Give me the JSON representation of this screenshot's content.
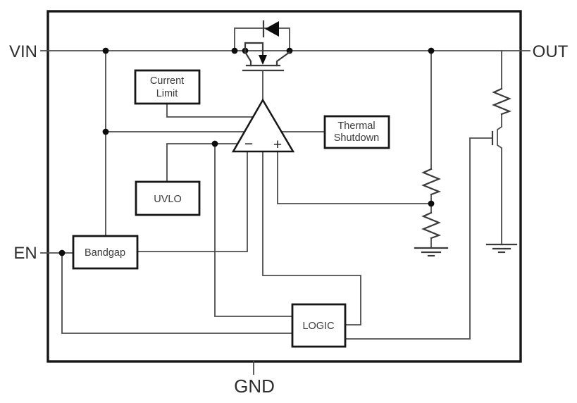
{
  "diagram": {
    "type": "ldo-regulator-block-diagram",
    "pins": {
      "vin": "VIN",
      "out": "OUT",
      "en": "EN",
      "gnd": "GND"
    },
    "blocks": {
      "current_limit": {
        "line1": "Current",
        "line2": "Limit"
      },
      "thermal_shutdown": {
        "line1": "Thermal",
        "line2": "Shutdown"
      },
      "uvlo": {
        "label": "UVLO"
      },
      "bandgap": {
        "label": "Bandgap"
      },
      "logic": {
        "label": "LOGIC"
      }
    },
    "amplifier": {
      "inverting_input": "−",
      "noninverting_input": "+"
    },
    "colors": {
      "background": "#ffffff",
      "wire": "#4d4d4d",
      "outline": "#161616",
      "text": "#2e2e2e"
    }
  }
}
